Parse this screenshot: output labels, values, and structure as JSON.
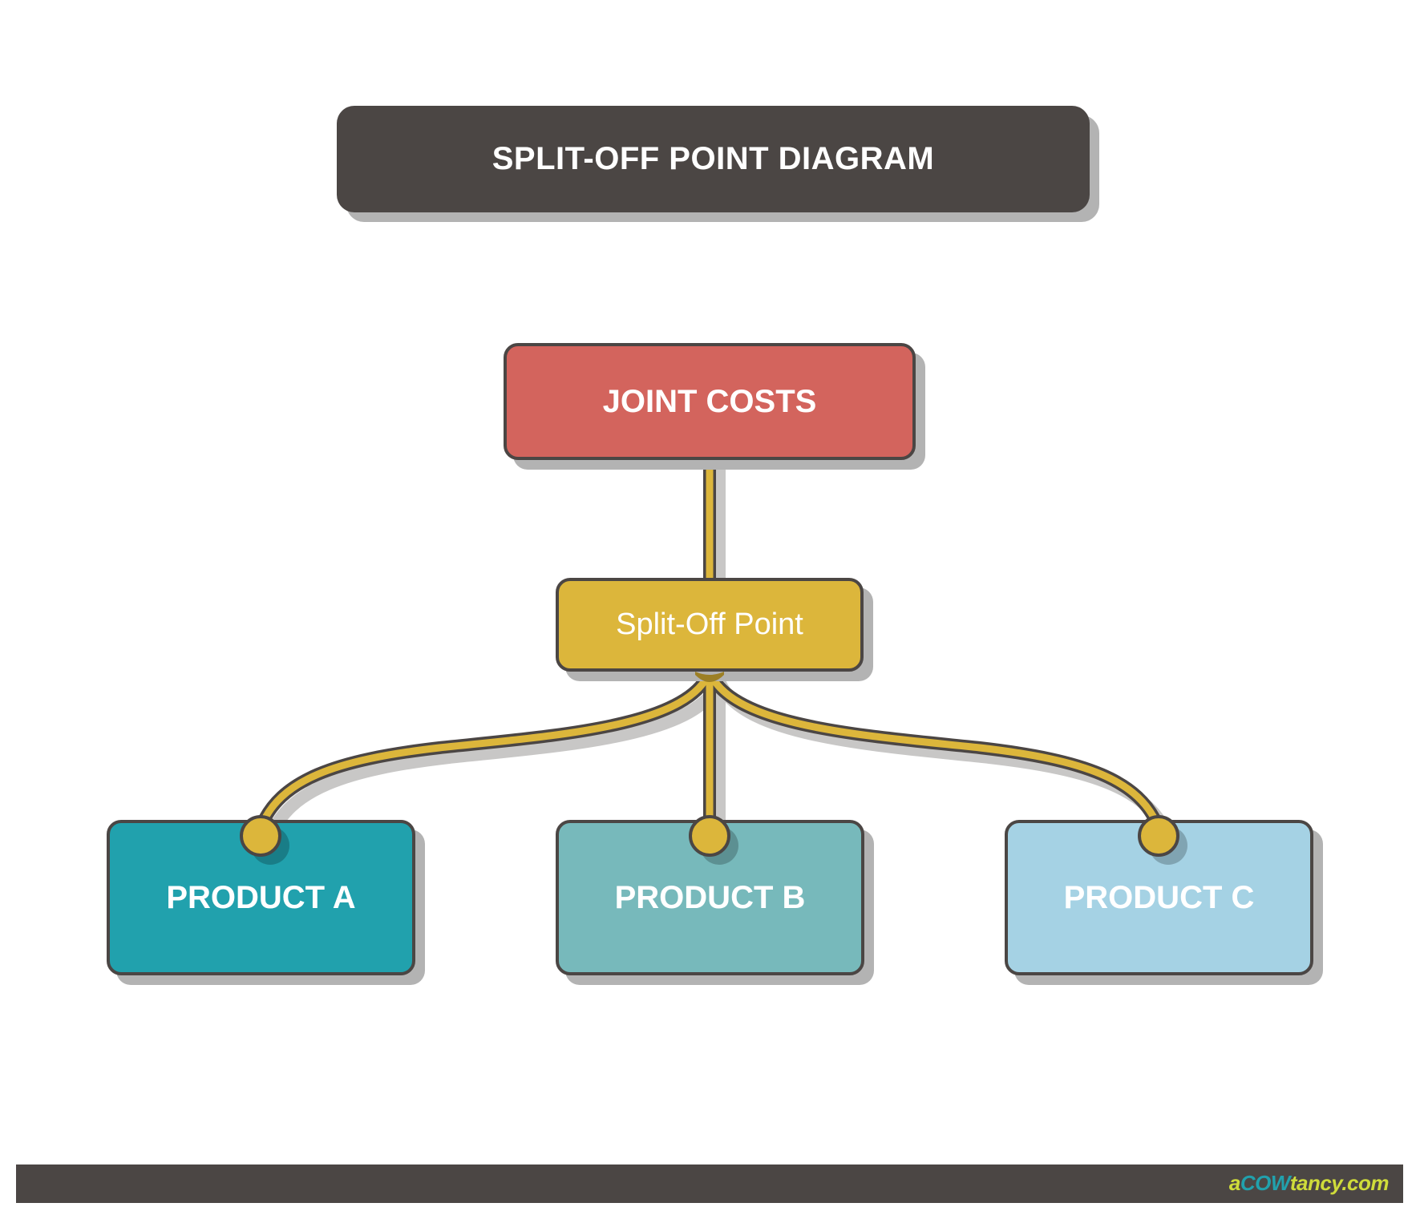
{
  "title": "SPLIT-OFF POINT DIAGRAM",
  "nodes": {
    "joint_costs": "JOINT COSTS",
    "split_off": "Split-Off Point",
    "products": [
      {
        "label": "PRODUCT A",
        "color": "#21a1ad"
      },
      {
        "label": "PRODUCT B",
        "color": "#77b9bb"
      },
      {
        "label": "PRODUCT C",
        "color": "#a5d2e4"
      }
    ]
  },
  "colors": {
    "dark": "#4b4644",
    "joint": "#d3645d",
    "connector": "#dcb63b"
  },
  "footer": {
    "logo_prefix": "a",
    "logo_brand": "COW",
    "logo_suffix": "tancy.com"
  }
}
